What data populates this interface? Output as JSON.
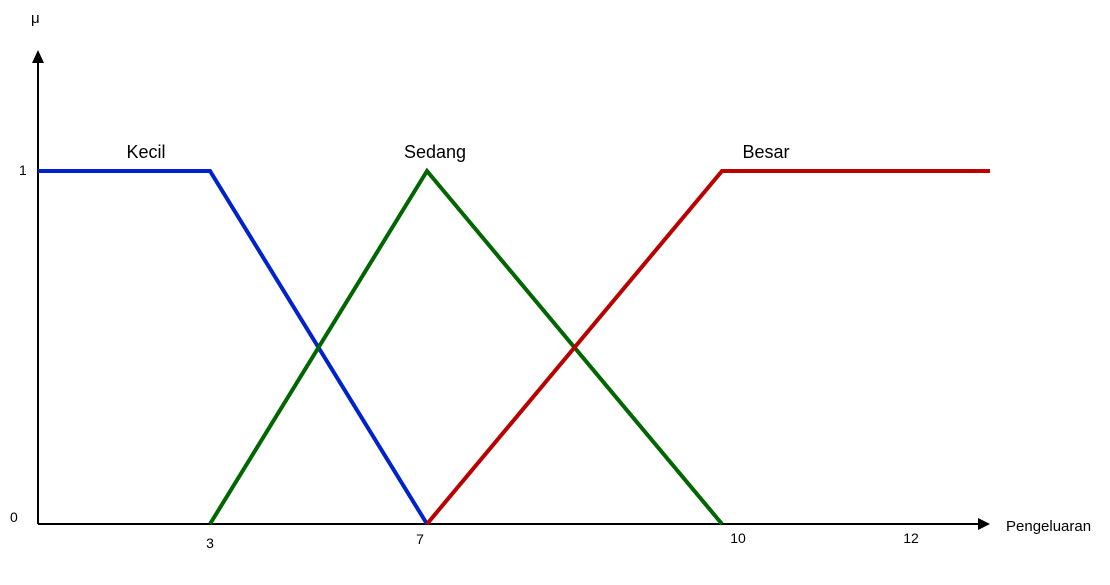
{
  "chart_data": {
    "type": "line",
    "xlabel": "Pengeluaran",
    "ylabel": "μ",
    "x_ticks": [
      "3",
      "7",
      "10",
      "12"
    ],
    "y_ticks": [
      "0",
      "1"
    ],
    "xlim": [
      0,
      12.8
    ],
    "ylim": [
      0,
      1.3
    ],
    "grid": false,
    "series": [
      {
        "name": "Kecil",
        "color": "#0022cc",
        "x": [
          0,
          3,
          7
        ],
        "y": [
          1,
          1,
          0
        ]
      },
      {
        "name": "Sedang",
        "color": "#006600",
        "x": [
          3,
          7,
          10
        ],
        "y": [
          0,
          1,
          0
        ]
      },
      {
        "name": "Besar",
        "color": "#bb0000",
        "x": [
          7,
          10,
          12.8
        ],
        "y": [
          0,
          1,
          1
        ]
      }
    ]
  }
}
